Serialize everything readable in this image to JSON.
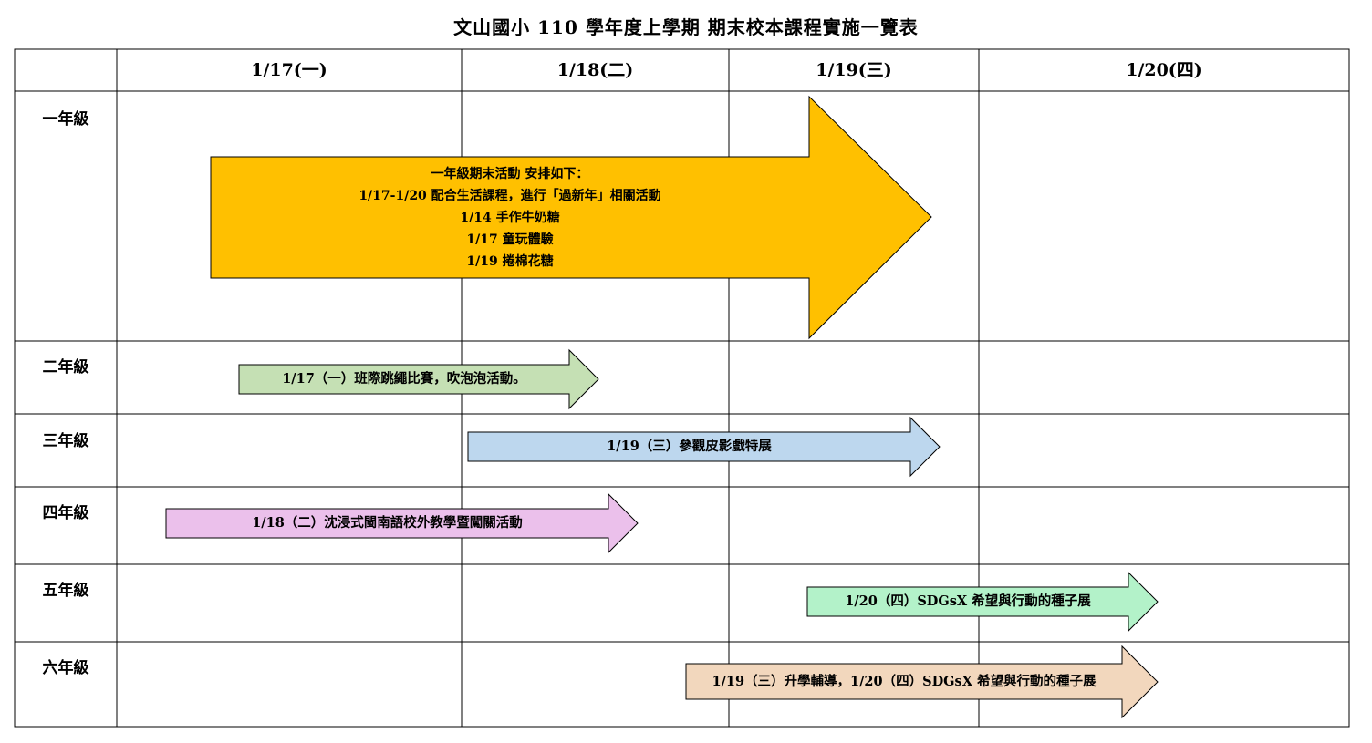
{
  "title": "文山國小 110 學年度上學期 期末校本課程實施一覽表",
  "columns": [
    "",
    "1/17(一)",
    "1/18(二)",
    "1/19(三)",
    "1/20(四)"
  ],
  "rows": [
    {
      "grade": "一年級",
      "arrow_color": "#FFC000",
      "lines": [
        "一年級期末活動 安排如下：",
        "1/17-1/20 配合生活課程，進行「過新年」相關活動",
        "1/14 手作牛奶糖",
        "1/17 童玩體驗",
        "1/19  捲棉花糖"
      ]
    },
    {
      "grade": "二年級",
      "arrow_color": "#C5E0B4",
      "lines": [
        "1/17（一）班際跳繩比賽，吹泡泡活動。"
      ]
    },
    {
      "grade": "三年級",
      "arrow_color": "#BDD7EE",
      "lines": [
        "1/19（三）參觀皮影戲特展"
      ]
    },
    {
      "grade": "四年級",
      "arrow_color": "#EBC0EB",
      "lines": [
        "1/18（二）沈浸式閩南語校外教學暨闖關活動"
      ]
    },
    {
      "grade": "五年級",
      "arrow_color": "#B3F2C9",
      "lines": [
        "1/20（四）SDGsX 希望與行動的種子展"
      ]
    },
    {
      "grade": "六年級",
      "arrow_color": "#F2D7BD",
      "lines": [
        "1/19（三）升學輔導，1/20（四）SDGsX 希望與行動的種子展"
      ]
    }
  ]
}
